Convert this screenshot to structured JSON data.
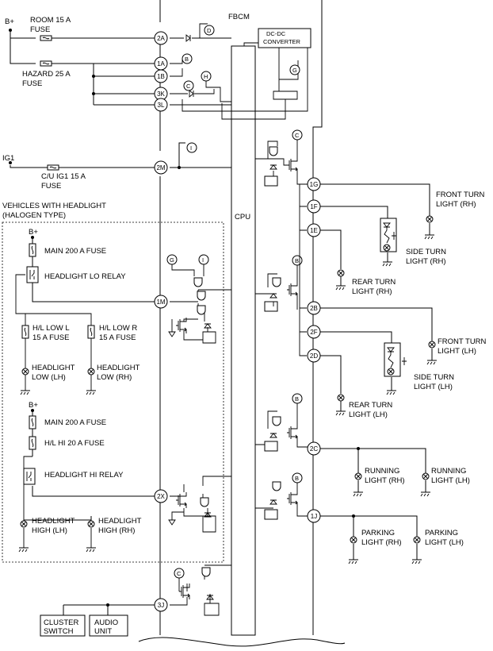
{
  "module": {
    "name": "FBCM",
    "converter_line1": "DC-DC",
    "converter_line2": "CONVERTER",
    "cpu": "CPU"
  },
  "supply": {
    "bplus": "B+",
    "room_fuse_line1": "ROOM 15 A",
    "room_fuse_line2": "FUSE",
    "hazard_fuse_line1": "HAZARD 25 A",
    "hazard_fuse_line2": "FUSE",
    "ig1": "IG1",
    "cu_fuse_line1": "C/U IG1 15 A",
    "cu_fuse_line2": "FUSE"
  },
  "terminals": [
    "2A",
    "1A",
    "1B",
    "3K",
    "3L",
    "2M",
    "1M",
    "2X",
    "3J",
    "1G",
    "1F",
    "1E",
    "2B",
    "2F",
    "2D",
    "2C",
    "1J"
  ],
  "refs": [
    "D",
    "B",
    "H",
    "C",
    "G",
    "I"
  ],
  "halogen": {
    "title_line1": "VEHICLES WITH HEADLIGHT",
    "title_line2": "(HALOGEN TYPE)",
    "bplus": "B+",
    "main_fuse": "MAIN 200 A FUSE",
    "lo_relay": "HEADLIGHT LO RELAY",
    "hl_low_l_1": "H/L LOW L",
    "hl_low_l_2": "15 A FUSE",
    "hl_low_r_1": "H/L LOW R",
    "hl_low_r_2": "15 A FUSE",
    "low_lh_1": "HEADLIGHT",
    "low_lh_2": "LOW (LH)",
    "low_rh_1": "HEADLIGHT",
    "low_rh_2": "LOW (RH)",
    "bplus2": "B+",
    "main_fuse2": "MAIN 200 A FUSE",
    "hl_hi_fuse": "H/L HI 20 A FUSE",
    "hi_relay": "HEADLIGHT HI RELAY",
    "high_lh_1": "HEADLIGHT",
    "high_lh_2": "HIGH (LH)",
    "high_rh_1": "HEADLIGHT",
    "high_rh_2": "HIGH (RH)"
  },
  "loads": {
    "front_turn_rh_1": "FRONT TURN",
    "front_turn_rh_2": "LIGHT (RH)",
    "side_turn_rh_1": "SIDE TURN",
    "side_turn_rh_2": "LIGHT (RH)",
    "rear_turn_rh_1": "REAR TURN",
    "rear_turn_rh_2": "LIGHT (RH)",
    "front_turn_lh_1": "FRONT TURN",
    "front_turn_lh_2": "LIGHT (LH)",
    "side_turn_lh_1": "SIDE TURN",
    "side_turn_lh_2": "LIGHT (LH)",
    "rear_turn_lh_1": "REAR TURN",
    "rear_turn_lh_2": "LIGHT (LH)",
    "running_rh_1": "RUNNING",
    "running_rh_2": "LIGHT (RH)",
    "running_lh_1": "RUNNING",
    "running_lh_2": "LIGHT (LH)",
    "parking_rh_1": "PARKING",
    "parking_rh_2": "LIGHT (RH)",
    "parking_lh_1": "PARKING",
    "parking_lh_2": "LIGHT (LH)"
  },
  "bottom": {
    "cluster_1": "CLUSTER",
    "cluster_2": "SWITCH",
    "audio_1": "AUDIO",
    "audio_2": "UNIT"
  }
}
